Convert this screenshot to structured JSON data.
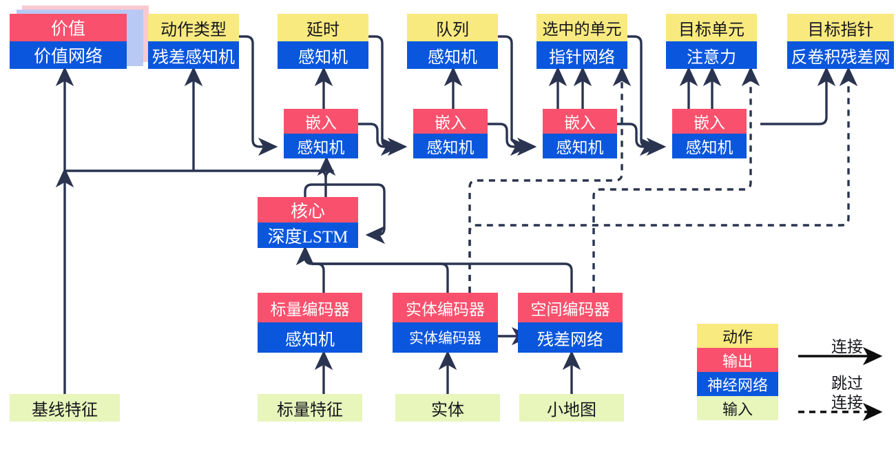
{
  "diagram": {
    "title": "AlphaStar-style agent architecture (Chinese labels)",
    "colors": {
      "action": "#f9ea80",
      "output": "#f9516d",
      "network": "#0a56dd",
      "input": "#e8f5bb",
      "edge": "#2a3450",
      "shadow_pink": "#f9c9d2",
      "shadow_blue": "#b9c9f5"
    },
    "nodes": {
      "value": {
        "top": "价值",
        "bottom": "价值网络"
      },
      "action_type": {
        "top": "动作类型",
        "bottom": "残差感知机"
      },
      "delay": {
        "top": "延时",
        "bottom": "感知机"
      },
      "queue": {
        "top": "队列",
        "bottom": "感知机"
      },
      "selected_units": {
        "top": "选中的单元",
        "bottom": "指针网络"
      },
      "target_unit": {
        "top": "目标单元",
        "bottom": "注意力"
      },
      "target_point": {
        "top": "目标指针",
        "bottom": "反卷积残差网"
      },
      "embed1": {
        "top": "嵌入",
        "bottom": "感知机"
      },
      "embed2": {
        "top": "嵌入",
        "bottom": "感知机"
      },
      "embed3": {
        "top": "嵌入",
        "bottom": "感知机"
      },
      "embed4": {
        "top": "嵌入",
        "bottom": "感知机"
      },
      "core": {
        "top": "核心",
        "bottom": "深度LSTM"
      },
      "scalar_encoder": {
        "top": "标量编码器",
        "bottom": "感知机"
      },
      "entity_encoder": {
        "top": "实体编码器",
        "bottom": "实体编码器"
      },
      "spatial_encoder": {
        "top": "空间编码器",
        "bottom": "残差网络"
      }
    },
    "inputs": {
      "baseline_features": "基线特征",
      "scalar_features": "标量特征",
      "entities": "实体",
      "minimap": "小地图"
    },
    "legend": {
      "swatches": [
        {
          "key": "action",
          "label": "动作"
        },
        {
          "key": "output",
          "label": "输出"
        },
        {
          "key": "network",
          "label": "神经网络"
        },
        {
          "key": "input",
          "label": "输入"
        }
      ],
      "edges": [
        {
          "key": "connection",
          "label": "连接",
          "style": "solid"
        },
        {
          "key": "skip-connection",
          "label_line1": "跳过",
          "label_line2": "连接",
          "style": "dashed"
        }
      ]
    }
  }
}
